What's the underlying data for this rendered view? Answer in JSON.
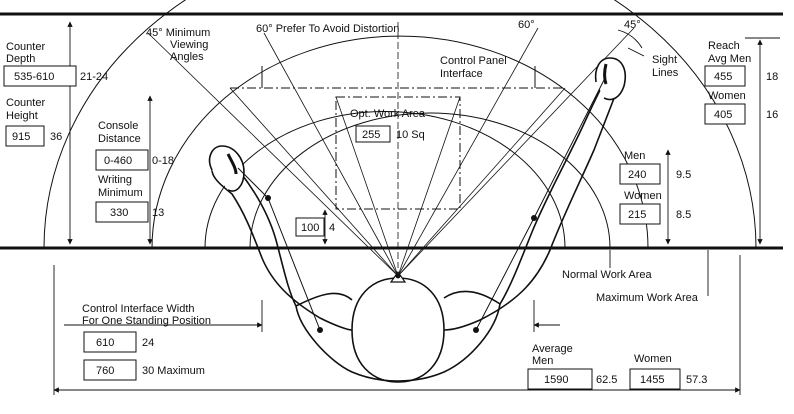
{
  "labels": {
    "counter_depth": [
      "Counter",
      "Depth"
    ],
    "counter_height": [
      "Counter",
      "Height"
    ],
    "console_distance": [
      "Console",
      "Distance"
    ],
    "writing_minimum": [
      "Writing",
      "Minimum"
    ],
    "min_viewing": [
      "45° Minimum",
      "Viewing",
      "Angles"
    ],
    "prefer_avoid": "60° Prefer To Avoid Distortion",
    "top_60": "60°",
    "top_45": "45°",
    "sight_lines": [
      "Sight",
      "Lines"
    ],
    "control_panel": [
      "Control Panel",
      "Interface"
    ],
    "opt_work_area": "Opt. Work Area",
    "reach_avg_men": [
      "Reach",
      "Avg Men"
    ],
    "women_reach": "Women",
    "men_mid": "Men",
    "women_mid": "Women",
    "normal_work_area": "Normal Work Area",
    "maximum_work_area": "Maximum Work Area",
    "control_interface_width": [
      "Control Interface Width",
      "For One Standing Position"
    ],
    "average_men": [
      "Average",
      "Men"
    ],
    "women_bottom": "Women"
  },
  "values": {
    "counter_depth_mm": "535-610",
    "counter_depth_in": "21-24",
    "counter_height_mm": "915",
    "counter_height_in": "36",
    "console_distance_mm": "0-460",
    "console_distance_in": "0-18",
    "writing_min_mm": "330",
    "writing_min_in": "13",
    "opt_area_mm": "255",
    "opt_area_in": "10 Sq",
    "small_mm": "100",
    "small_in": "4",
    "reach_men_mm": "455",
    "reach_men_in": "18",
    "reach_women_mm": "405",
    "reach_women_in": "16",
    "men_mid_mm": "240",
    "men_mid_in": "9.5",
    "women_mid_mm": "215",
    "women_mid_in": "8.5",
    "ciw_mm": "610",
    "ciw_in": "24",
    "ciw_max_mm": "760",
    "ciw_max_in": "30 Maximum",
    "avg_men_mm": "1590",
    "avg_men_in": "62.5",
    "women_bottom_mm": "1455",
    "women_bottom_in": "57.3"
  }
}
